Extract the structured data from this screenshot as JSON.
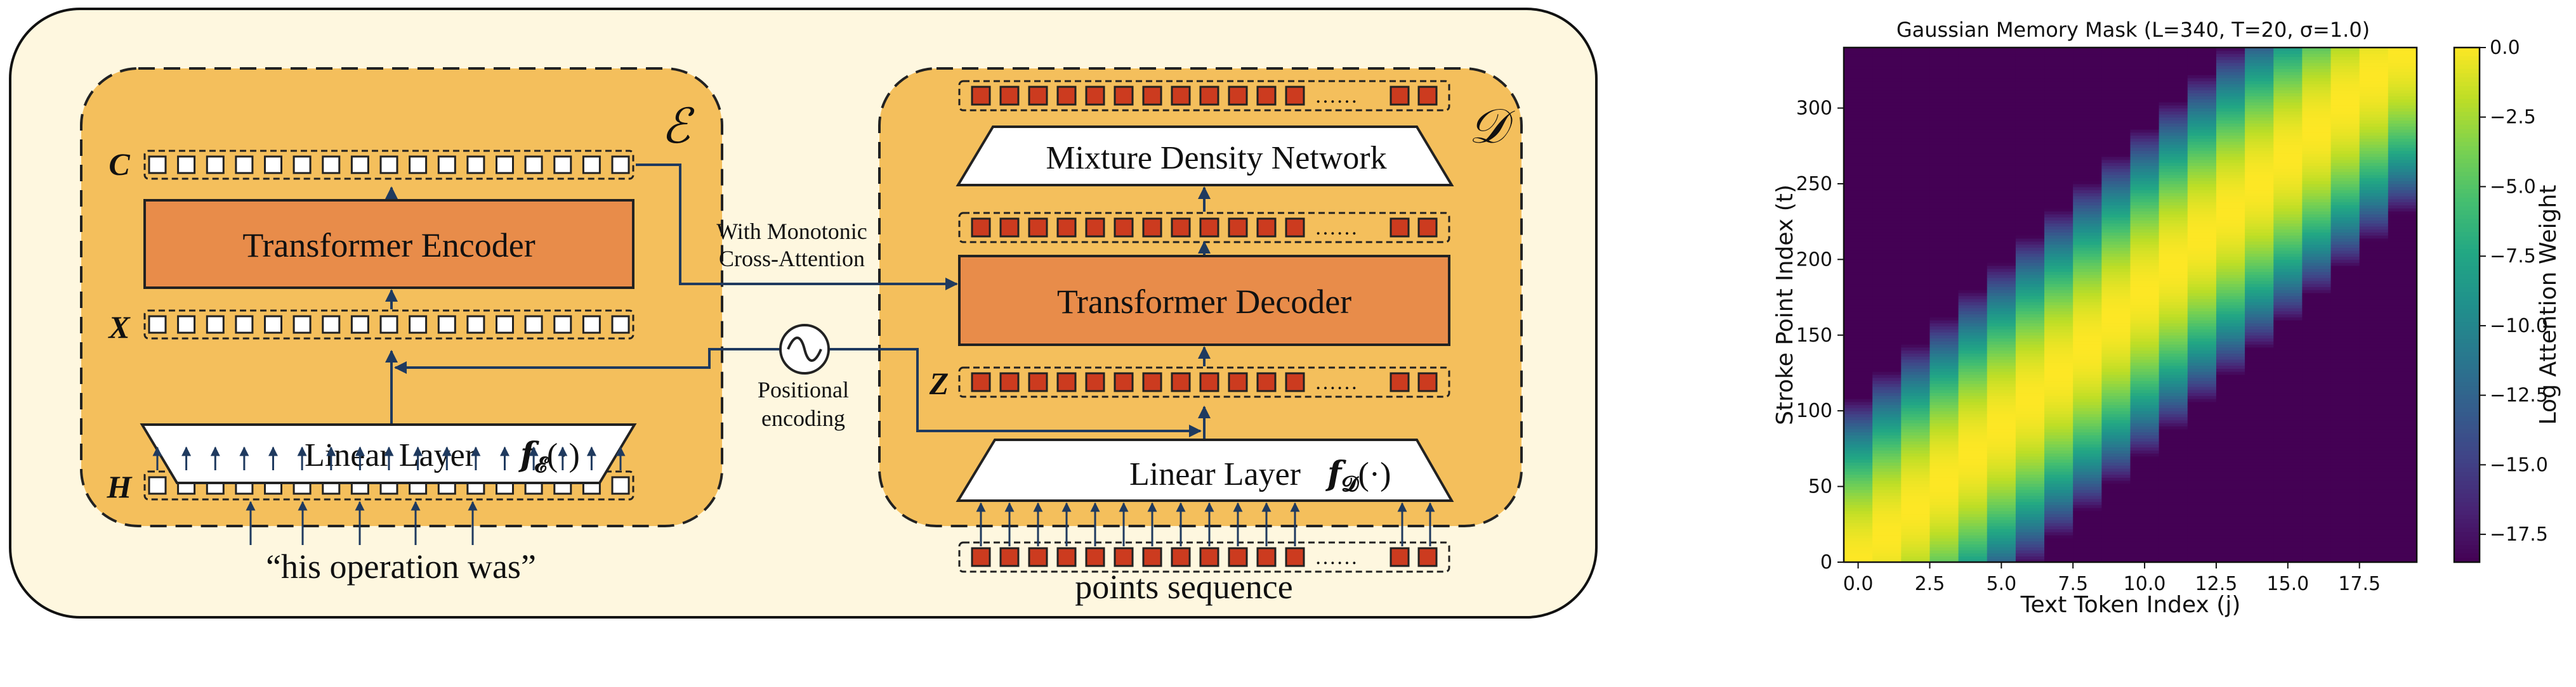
{
  "diagram": {
    "encoder_symbol": "ℰ",
    "decoder_symbol": "𝒟",
    "labels": {
      "C": "C",
      "X": "X",
      "H": "H",
      "Z": "Z"
    },
    "encoder": {
      "block_title": "Transformer Encoder",
      "linear_label": "Linear Layer",
      "linear_fn": "𝒇",
      "linear_fn_sub": "𝓔",
      "linear_fn_arg": "(·)",
      "input_text": "“his operation was”"
    },
    "decoder": {
      "block_title": "Transformer Decoder",
      "mdn_label": "Mixture Density Network",
      "linear_label": "Linear Layer",
      "linear_fn": "𝒇",
      "linear_fn_sub": "𝓓",
      "linear_fn_arg": "(·)",
      "input_text": "points sequence"
    },
    "cross_attention_line1": "With Monotonic",
    "cross_attention_line2": "Cross-Attention",
    "pos_enc_line1": "Positional",
    "pos_enc_line2": "encoding",
    "ellipsis": "……",
    "colors": {
      "outer_bg": "#FEF7DF",
      "module_bg": "#F4BF5C",
      "block_bg": "#E88C4A",
      "token_red": "#CC3B1F"
    }
  },
  "chart_data": {
    "type": "heatmap",
    "title": "Gaussian Memory Mask (L=340, T=20, σ=1.0)",
    "xlabel": "Text Token Index (j)",
    "ylabel": "Stroke Point Index (t)",
    "colorbar_label": "Log Attention Weight",
    "colormap": "viridis",
    "xlim": [
      -0.5,
      19.5
    ],
    "ylim": [
      0,
      340
    ],
    "x_ticks": [
      0.0,
      2.5,
      5.0,
      7.5,
      10.0,
      12.5,
      15.0,
      17.5
    ],
    "x_tick_labels": [
      "0.0",
      "2.5",
      "5.0",
      "7.5",
      "10.0",
      "12.5",
      "15.0",
      "17.5"
    ],
    "y_ticks": [
      0,
      50,
      100,
      150,
      200,
      250,
      300
    ],
    "y_tick_labels": [
      "0",
      "50",
      "100",
      "150",
      "200",
      "250",
      "300"
    ],
    "colorbar_ticks": [
      0.0,
      -2.5,
      -5.0,
      -7.5,
      -10.0,
      -12.5,
      -15.0,
      -17.5
    ],
    "colorbar_tick_labels": [
      "0.0",
      "−2.5",
      "−5.0",
      "−7.5",
      "−10.0",
      "−12.5",
      "−15.0",
      "−17.5"
    ],
    "colorbar_range": [
      -18.5,
      0
    ],
    "L": 340,
    "T": 20,
    "sigma": 1.0
  }
}
